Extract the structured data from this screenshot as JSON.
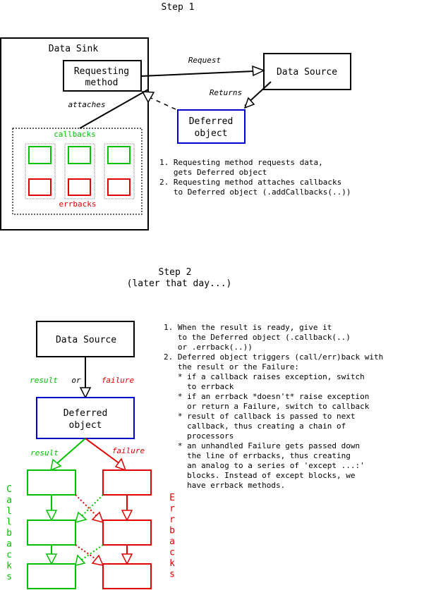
{
  "step1": {
    "title": "Step 1",
    "data_sink": "Data Sink",
    "requesting_method": [
      "Requesting",
      "method"
    ],
    "data_source": "Data Source",
    "deferred_object": [
      "Deferred",
      "object"
    ],
    "request_label": "Request",
    "returns_label": "Returns",
    "attaches_label": "attaches",
    "callbacks_label": "callbacks",
    "errbacks_label": "errbacks",
    "notes": [
      "1. Requesting method requests data,",
      "   gets Deferred object",
      "2. Requesting method attaches callbacks",
      "   to Deferred object (.addCallbacks(..))"
    ]
  },
  "step2": {
    "title": "Step 2",
    "subtitle": "(later that day...)",
    "data_source": "Data Source",
    "deferred_object": [
      "Deferred",
      "object"
    ],
    "result_label": "result",
    "or_label": "or",
    "failure_label": "failure",
    "callbacks_vertical": "Callbacks",
    "errbacks_vertical": "Errbacks",
    "notes": [
      "1. When the result is ready, give it",
      "   to the Deferred object (.callback(..)",
      "   or .errback(..))",
      "2. Deferred object triggers (call/err)back with",
      "   the result or the Failure:",
      "   * if a callback raises exception, switch",
      "     to errback",
      "   * if an errback *doesn't* raise exception",
      "     or return a Failure, switch to callback",
      "   * result of callback is passed to next",
      "     callback, thus creating a chain of",
      "     processors",
      "   * an unhandled Failure gets passed down",
      "     the line of errbacks, thus creating",
      "     an analog to a series of 'except ...:'",
      "     blocks. Instead of except blocks, we",
      "     have errback methods."
    ]
  },
  "colors": {
    "callback": "#00c000",
    "errback": "#e00000",
    "deferred": "#0000cc",
    "line": "#000000"
  }
}
